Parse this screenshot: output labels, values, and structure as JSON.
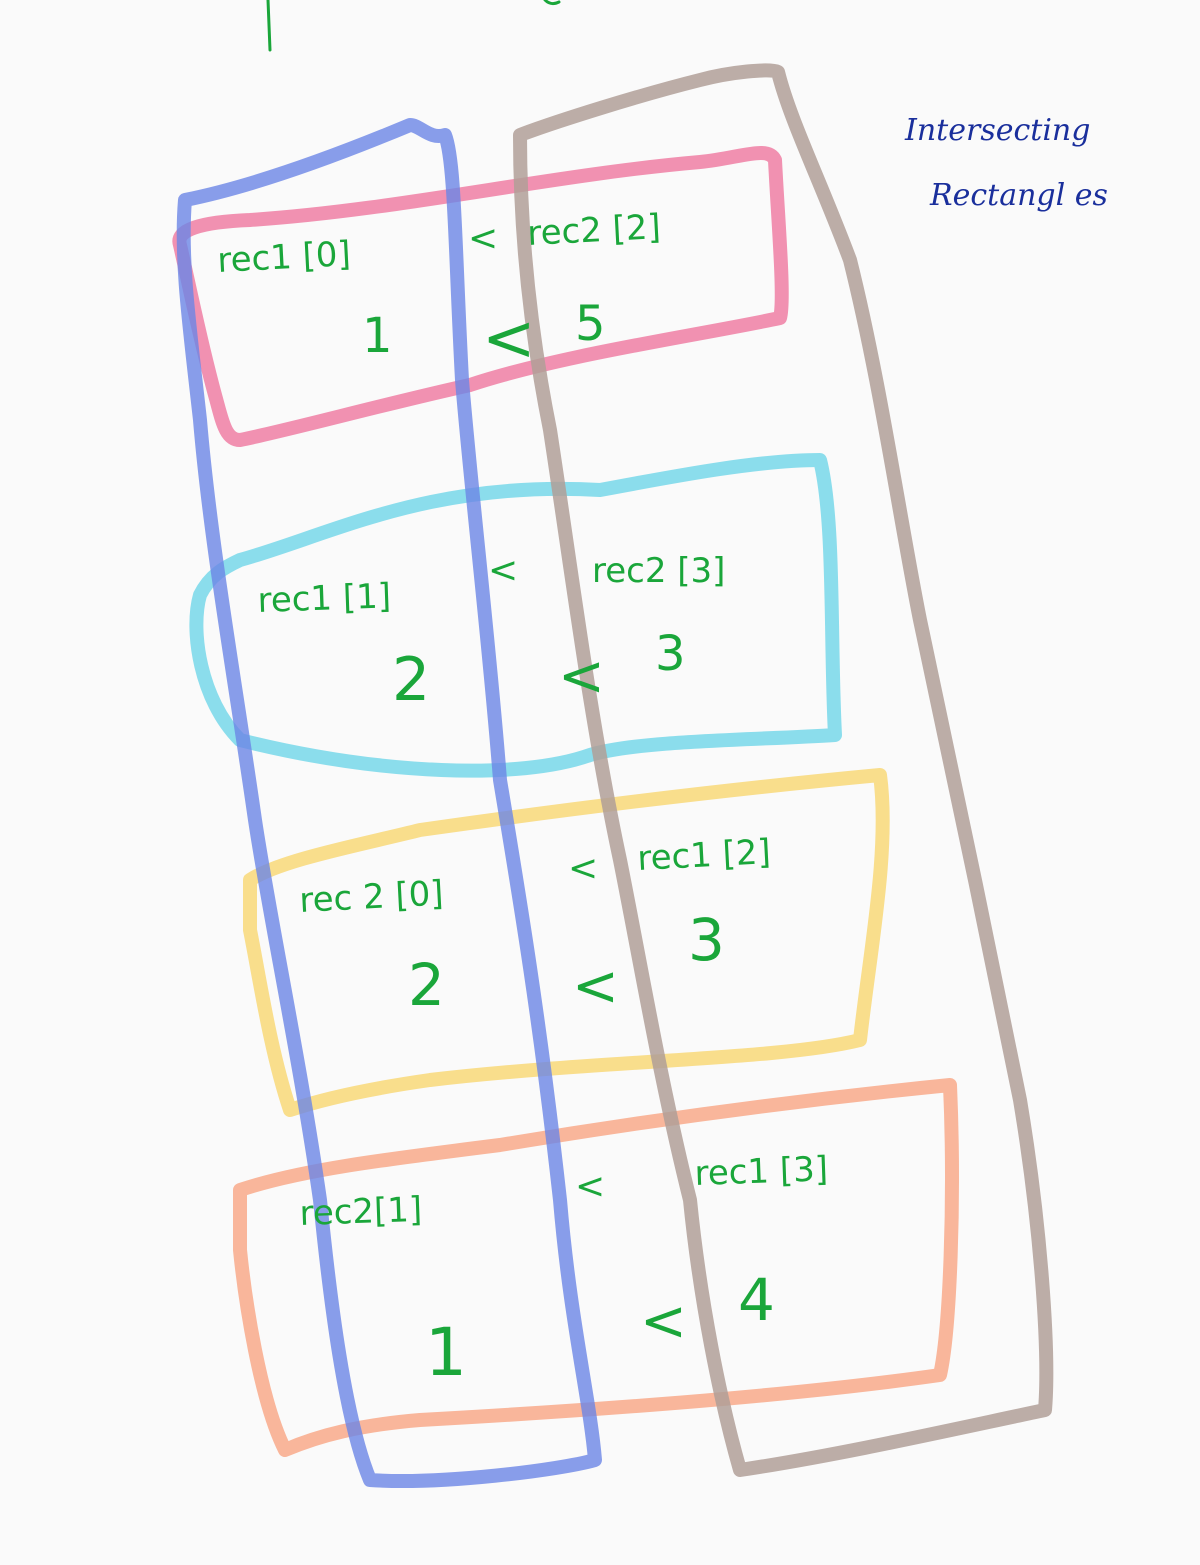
{
  "title": {
    "line1": "Intersecting",
    "line2": "Rectangl es"
  },
  "colors": {
    "pink": "#ee7ea3",
    "cyan": "#6fd6e8",
    "yellow": "#f8d878",
    "salmon": "#f8a989",
    "blue": "#6b86e6",
    "taupe": "#b09f98",
    "green_ink": "#1aa63a",
    "blue_ink": "#1a2f9c"
  },
  "comparisons": [
    {
      "id": "row1",
      "color": "pink",
      "left_expr": "rec1 [0]",
      "op": "<",
      "right_expr": "rec2 [2]",
      "left_val": "1",
      "val_op": "<",
      "right_val": "5"
    },
    {
      "id": "row2",
      "color": "cyan",
      "left_expr": "rec1 [1]",
      "op": "<",
      "right_expr": "rec2 [3]",
      "left_val": "2",
      "val_op": "<",
      "right_val": "3"
    },
    {
      "id": "row3",
      "color": "yellow",
      "left_expr": "rec 2 [0]",
      "op": "<",
      "right_expr": "rec1 [2]",
      "left_val": "2",
      "val_op": "<",
      "right_val": "3"
    },
    {
      "id": "row4",
      "color": "salmon",
      "left_expr": "rec2[1]",
      "op": "<",
      "right_expr": "rec1 [3]",
      "left_val": "1",
      "val_op": "<",
      "right_val": "4"
    }
  ]
}
